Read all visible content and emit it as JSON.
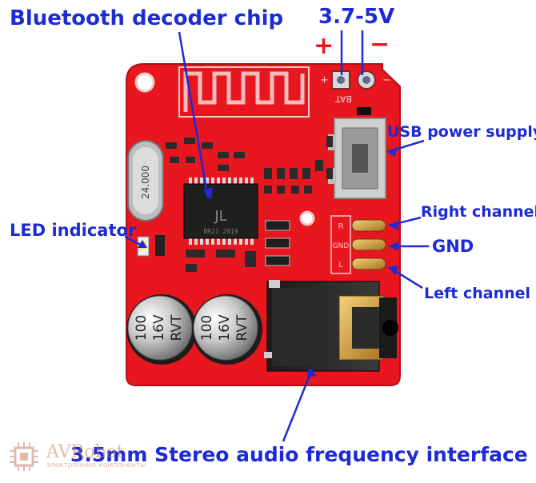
{
  "labels": {
    "bluetooth_chip": "Bluetooth decoder chip",
    "voltage": "3.7-5V",
    "plus": "+",
    "minus": "−",
    "usb": "USB power supply",
    "led": "LED indicator",
    "right": "Right channel",
    "gnd": "GND",
    "left": "Left channel",
    "audio": "3.5mm Stereo audio frequency interface"
  },
  "board_text": {
    "crystal": "24.000",
    "cap1": [
      "100",
      "16V",
      "RVT"
    ],
    "cap2": [
      "100",
      "16V",
      "RVT"
    ],
    "bat": "BAT",
    "pad_r": "R",
    "pad_gnd": "GND",
    "pad_l": "L"
  },
  "watermark": {
    "title": "AVRobot",
    "subtitle": "электронные компоненты"
  },
  "colors": {
    "board": "#e8161e",
    "label": "#1c2bd6",
    "silk": "#f4c9c9"
  }
}
